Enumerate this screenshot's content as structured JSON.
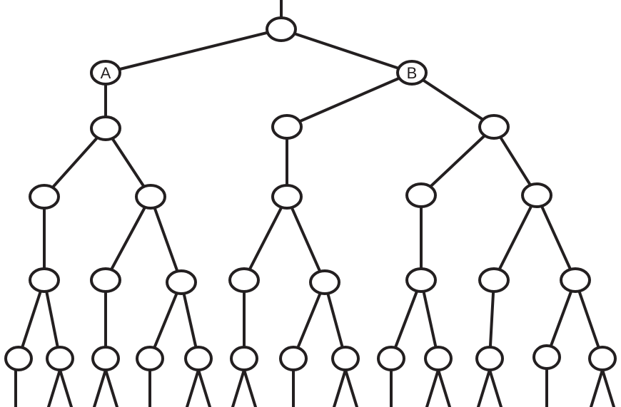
{
  "diagram": {
    "type": "tree",
    "colors": {
      "stroke": "#231f20",
      "background": "#ffffff"
    },
    "labels": {
      "A": "A",
      "B": "B"
    }
  }
}
